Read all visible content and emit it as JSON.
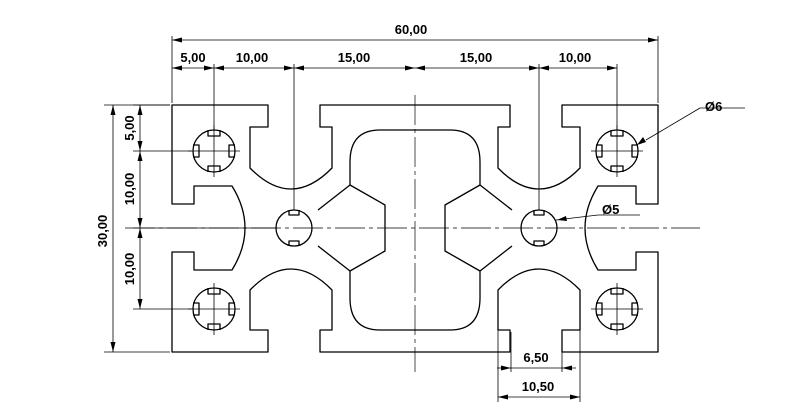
{
  "dimensions": {
    "overall_width": "60,00",
    "seg_5": "5,00",
    "seg_10_left": "10,00",
    "seg_15_left": "15,00",
    "seg_15_right": "15,00",
    "seg_10_right": "10,00",
    "height_total": "30,00",
    "v_5": "5,00",
    "v_10_upper": "10,00",
    "v_10_lower": "10,00",
    "slot_inner": "6,50",
    "slot_outer": "10,50",
    "dia_6": "Ø6",
    "dia_5": "Ø5"
  }
}
